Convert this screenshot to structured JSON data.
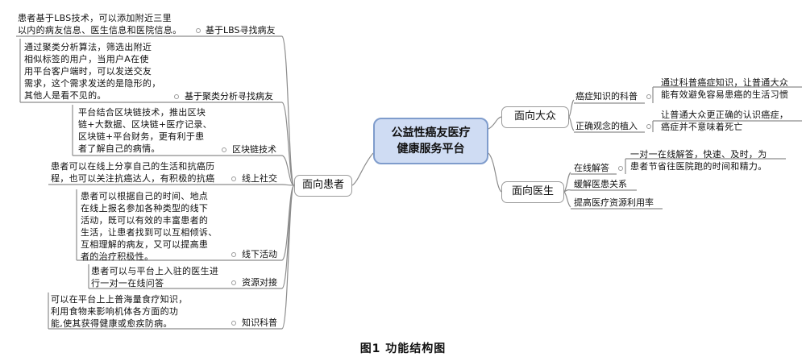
{
  "center": {
    "title": "公益性癌友医疗\n健康服务平台"
  },
  "branches": {
    "public": "面向大众",
    "doctor": "面向医生",
    "patient": "面向患者"
  },
  "public_items": [
    {
      "label": "癌症知识的科普",
      "desc": "通过科普癌症知识，让普通大众\n能有效避免容易患癌的生活习惯"
    },
    {
      "label": "正确观念的植入",
      "desc": "让普通大众更正确的认识癌症，\n癌症并不意味着死亡"
    }
  ],
  "doctor_items": [
    {
      "label": "在线解答",
      "desc": "一对一在线解答，快速、及时，为\n患者节省往医院跑的时间和精力。"
    },
    {
      "label": "缓解医患关系"
    },
    {
      "label": "提高医疗资源利用率"
    }
  ],
  "patient_items": [
    {
      "label": "基于LBS寻找病友",
      "desc": "患者基于LBS技术，可以添加附近三里\n以内的病友信息、医生信息和医院信息。"
    },
    {
      "label": "基于聚类分析寻找病友",
      "desc": "通过聚类分析算法，筛选出附近\n相似标签的用户，当用户A在使\n用平台客户端时，可以发送交友\n需求，这个需求发送的是隐形的，\n其他人是看不见的。"
    },
    {
      "label": "区块链技术",
      "desc": "平台结合区块链技术，推出区块\n链+大数据、区块链+医疗记录、\n区块链+平台财务，更有利于患\n者了解自己的病情。"
    },
    {
      "label": "线上社交",
      "desc": "患者可以在线上分享自己的生活和抗癌历\n程，也可以关注抗癌达人，有积极的抗癌"
    },
    {
      "label": "线下活动",
      "desc": "患者可以根据自己的时间、地点\n在线上报名参加各种类型的线下\n活动，既可以有效的丰富患者的\n生活，让患者找到可以互相倾诉、\n互相理解的病友，又可以提高患\n者的治疗积极性。"
    },
    {
      "label": "资源对接",
      "desc": "患者可以与平台上入驻的医生进\n行一对一在线问答"
    },
    {
      "label": "知识科普",
      "desc": "可以在平台上上普海量食疗知识，\n利用食物来影响机体各方面的功\n能,使其获得健康或愈疾防病。"
    }
  ],
  "caption": "图1   功能结构图"
}
